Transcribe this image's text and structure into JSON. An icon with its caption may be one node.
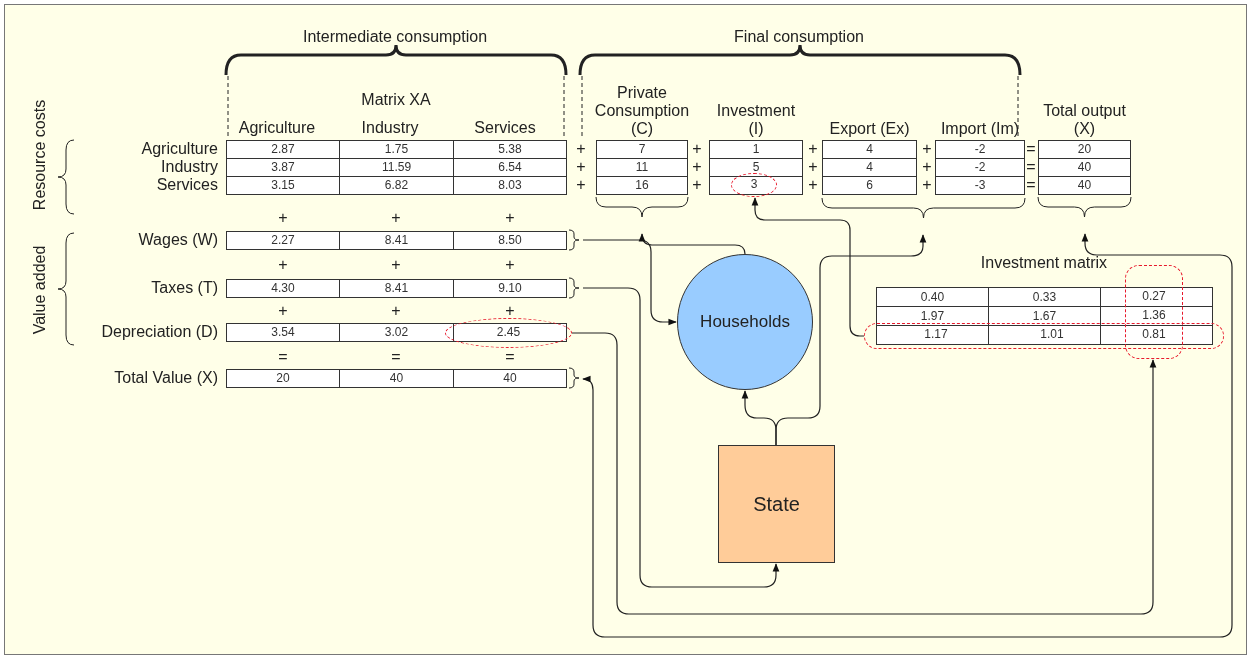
{
  "diagram": {
    "nodes": [
      {
        "text": [
          "2.87",
          "1.75",
          "5.38"
        ],
        "beside": [
          "Agriculture"
        ]
      },
      {
        "text": [
          "3.87",
          "11.59",
          "6.54"
        ],
        "beside": [
          "Industry"
        ]
      },
      {
        "text": [
          "3.15",
          "6.82",
          "8.03"
        ],
        "beside": [
          "Services"
        ]
      },
      {
        "text": [
          "Private Consumption (C)",
          "7",
          "11",
          "16"
        ]
      },
      {
        "text": [
          "Investment (I)",
          "1",
          "5"
        ]
      },
      {
        "text": [
          "3"
        ],
        "in": 4
      },
      {
        "text": [
          "Export (Ex)",
          "4",
          "4",
          "6"
        ]
      },
      {
        "text": [
          "Import (Im)",
          "-2",
          "-2",
          "-3"
        ]
      },
      {
        "text": [
          "Total output (X)",
          "20",
          "40",
          "40"
        ]
      },
      {
        "text": [
          "2.27",
          "8.41",
          "8.50"
        ],
        "beside": [
          "Wages (W)"
        ]
      },
      {
        "text": [
          "4.30",
          "8.41",
          "9.10"
        ],
        "beside": [
          "Taxes (T)"
        ]
      },
      {
        "text": [
          "3.54",
          "3.02"
        ],
        "beside": [
          "Depreciation (D)"
        ]
      },
      {
        "text": [
          "2.45"
        ],
        "in": 11
      },
      {
        "text": [
          "20",
          "40",
          "40"
        ],
        "beside": [
          "Total Value (X)"
        ]
      },
      {
        "text": [
          "Households"
        ]
      },
      {
        "text": [
          "Investment matrix",
          "0.40",
          "0.33",
          "1.97",
          "1.67"
        ]
      },
      {
        "text": [
          "0.27",
          "1.36",
          "0.81"
        ]
      },
      {
        "text": [
          "1.17",
          "1.01"
        ]
      },
      {
        "text": [
          "State"
        ]
      },
      {
        "text": [],
        "shape": "brace"
      }
    ],
    "edges": [
      {
        "from": 9,
        "to": 14,
        "arrow": "to"
      },
      {
        "from": 10,
        "to": 18,
        "arrow": "to"
      },
      {
        "from": 12,
        "to": 16,
        "arrow": "to"
      },
      {
        "from": 17,
        "to": 5,
        "arrow": "to"
      },
      {
        "from": 14,
        "to": 3,
        "arrow": "to"
      },
      {
        "from": 18,
        "to": 14,
        "arrow": "to"
      },
      {
        "from": 18,
        "to": 19,
        "arrow": "to"
      },
      {
        "from": 8,
        "to": 13,
        "arrow": "both"
      }
    ],
    "labels": [
      "Intermediate consumption",
      "Final consumption",
      "Matrix XA",
      "Agriculture",
      "Industry",
      "Services",
      "Resource costs",
      "+",
      "+",
      "+",
      "+",
      "=",
      "+",
      "+",
      "+",
      "+",
      "=",
      "+",
      "+",
      "+",
      "+",
      "=",
      "+",
      "+",
      "+",
      "Value added",
      "+",
      "+",
      "+",
      "+",
      "+",
      "+",
      "=",
      "=",
      "="
    ]
  }
}
